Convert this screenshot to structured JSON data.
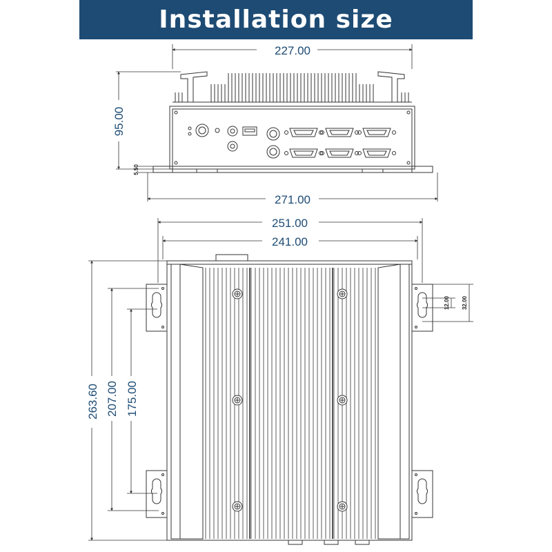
{
  "header": {
    "title": "Installation size",
    "background_color": "#1d4b74",
    "text_color": "#ffffff"
  },
  "dimensions": {
    "front_width_top": "227.00",
    "front_height": "95.00",
    "front_foot_height": "5.50",
    "front_width_bottom": "271.00",
    "top_width_outer": "251.00",
    "top_width_inner": "241.00",
    "top_height_total": "263.60",
    "top_height_mount_outer": "207.00",
    "top_height_mount_inner": "175.00",
    "slot_height_small": "12.00",
    "slot_height_large": "32.00"
  },
  "colors": {
    "dimension_text": "#1d4b74",
    "line": "#333333"
  }
}
